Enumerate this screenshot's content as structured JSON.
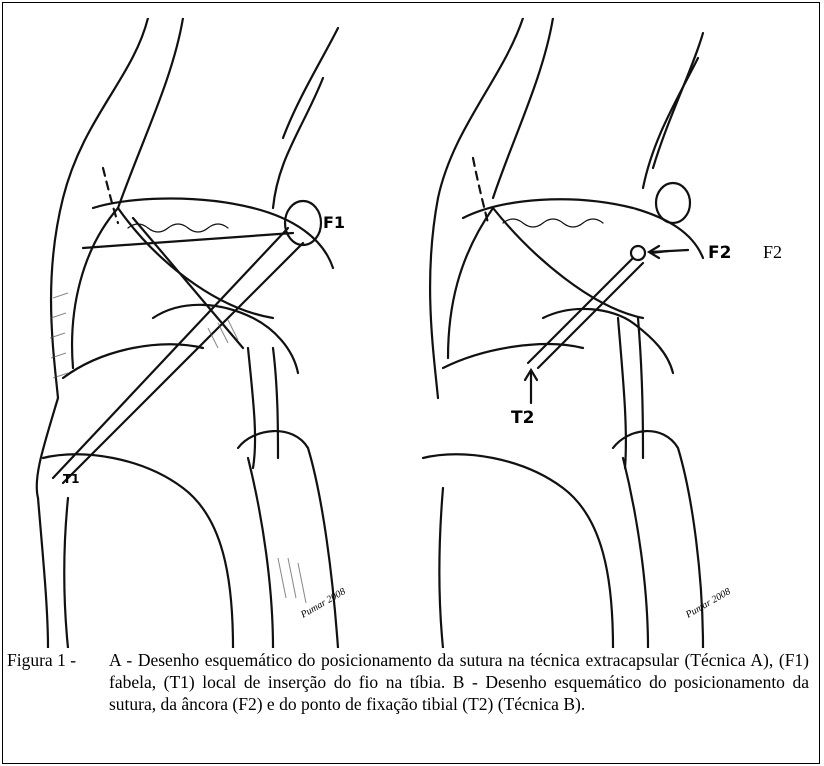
{
  "panel_a": {
    "label_f1": "F1",
    "label_t1": "T1",
    "signature": "Pumar 2008"
  },
  "panel_b": {
    "label_f2_hand": "F2",
    "label_f2_typed": "F2",
    "label_t2": "T2",
    "signature": "Pumar 2008"
  },
  "caption": {
    "prefix": "Figura 1 -",
    "text": "A - Desenho esquemático do posicionamento da sutura na técnica extracapsular (Técnica A), (F1) fabela, (T1) local de inserção do fio na tíbia. B - Desenho esquemático do posicionamento da sutura, da âncora (F2) e do ponto de fixação tibial (T2) (Técnica B)."
  }
}
